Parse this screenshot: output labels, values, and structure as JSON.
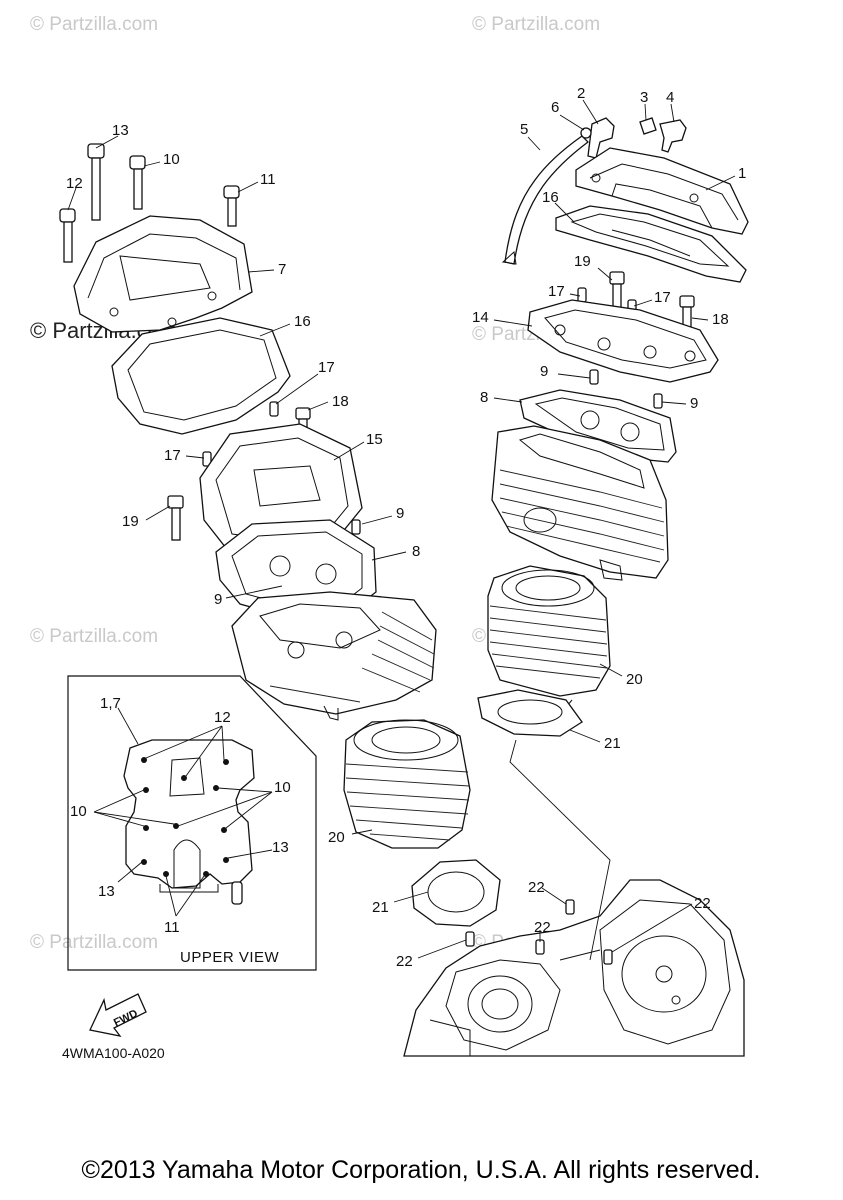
{
  "watermark": "© Partzilla.com",
  "watermark_main": "© Partzilla.com",
  "callouts": {
    "c1": "1",
    "c2": "2",
    "c3": "3",
    "c4": "4",
    "c5": "5",
    "c6": "6",
    "c7": "7",
    "c8a": "8",
    "c8b": "8",
    "c9a": "9",
    "c9b": "9",
    "c9c": "9",
    "c9d": "9",
    "c10": "10",
    "c11": "11",
    "c12": "12",
    "c13": "13",
    "c14": "14",
    "c15": "15",
    "c16a": "16",
    "c16b": "16",
    "c17a": "17",
    "c17b": "17",
    "c17c": "17",
    "c18a": "18",
    "c18b": "18",
    "c19a": "19",
    "c19b": "19",
    "c20a": "20",
    "c20b": "20",
    "c21a": "21",
    "c21b": "21",
    "c22a": "22",
    "c22b": "22",
    "c22c": "22",
    "c22d": "22"
  },
  "inset": {
    "caption": "UPPER VIEW",
    "l17": "1,7",
    "l12": "12",
    "l10a": "10",
    "l10b": "10",
    "l13a": "13",
    "l13b": "13",
    "l11": "11"
  },
  "fwd_label": "FWD",
  "diagram_code": "4WMA100-A020",
  "copyright": "©2013 Yamaha Motor Corporation, U.S.A. All rights reserved."
}
